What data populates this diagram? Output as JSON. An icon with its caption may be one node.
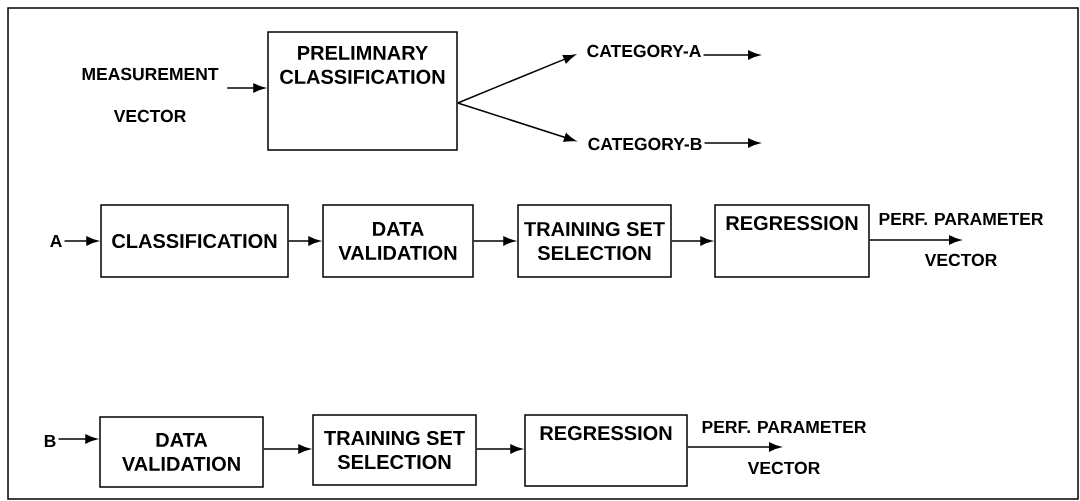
{
  "diagram": {
    "nodes": [
      {
        "text": [
          "MEASUREMENT VECTOR"
        ]
      },
      {
        "text": [
          "PRELIMNARY CLASSIFICATION"
        ]
      },
      {
        "text": [
          "CATEGORY-A"
        ]
      },
      {
        "text": [
          "CATEGORY-B"
        ]
      },
      {
        "text": [
          "A"
        ]
      },
      {
        "text": [
          "CLASSIFICATION"
        ]
      },
      {
        "text": [
          "DATA VALIDATION"
        ]
      },
      {
        "text": [
          "TRAINING SET SELECTION"
        ]
      },
      {
        "text": [
          "REGRESSION"
        ]
      },
      {
        "text": [
          "B"
        ]
      },
      {
        "text": [
          "DATA VALIDATION"
        ]
      },
      {
        "text": [
          "TRAINING SET SELECTION"
        ]
      },
      {
        "text": [
          "REGRESSION"
        ]
      }
    ],
    "edges": [
      {
        "from": 0,
        "to": 1,
        "arrow": "to"
      },
      {
        "from": 1,
        "to": 2,
        "arrow": "to"
      },
      {
        "from": 1,
        "to": 3,
        "arrow": "to"
      },
      {
        "from": 2,
        "to": null,
        "arrow": "to"
      },
      {
        "from": 3,
        "to": null,
        "arrow": "to"
      },
      {
        "from": 4,
        "to": 5,
        "arrow": "to"
      },
      {
        "from": 5,
        "to": 6,
        "arrow": "to"
      },
      {
        "from": 6,
        "to": 7,
        "arrow": "to"
      },
      {
        "from": 7,
        "to": 8,
        "arrow": "to"
      },
      {
        "from": 8,
        "to": null,
        "arrow": "to",
        "label": "PERF. PARAMETER VECTOR"
      },
      {
        "from": 9,
        "to": 10,
        "arrow": "to"
      },
      {
        "from": 10,
        "to": 11,
        "arrow": "to"
      },
      {
        "from": 11,
        "to": 12,
        "arrow": "to"
      },
      {
        "from": 12,
        "to": null,
        "arrow": "to",
        "label": "PERF. PARAMETER VECTOR"
      }
    ]
  }
}
